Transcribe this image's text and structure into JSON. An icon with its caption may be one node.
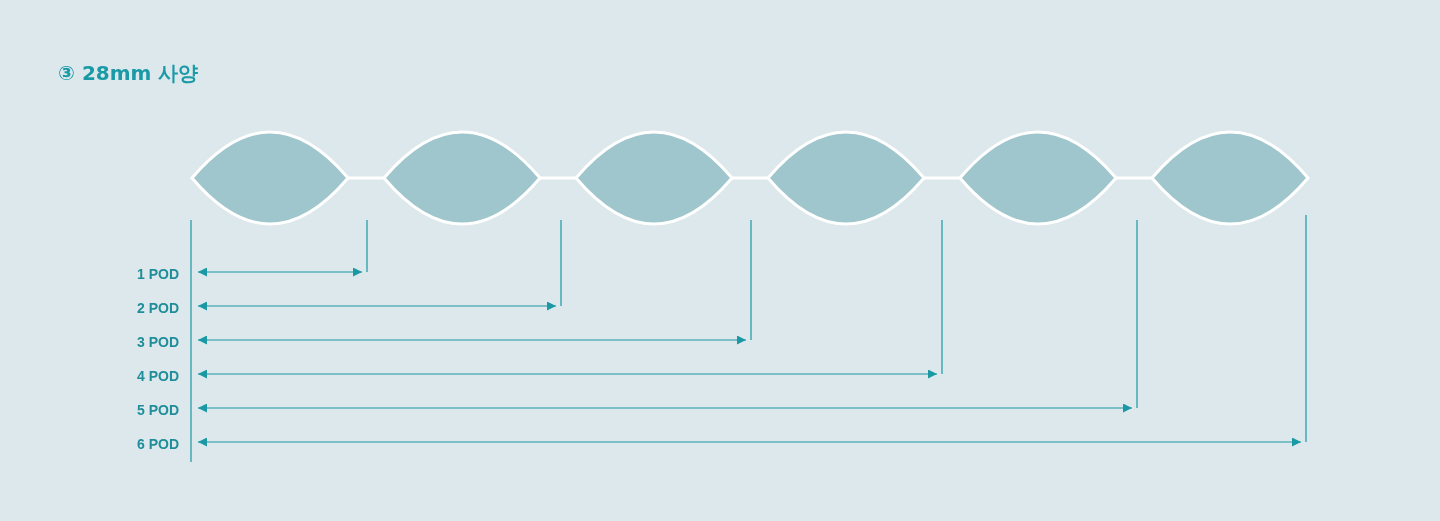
{
  "diagram": {
    "title": "③ 28mm 사양",
    "labels": [
      "1 POD",
      "2 POD",
      "3 POD",
      "4 POD",
      "5 POD",
      "6 POD"
    ]
  }
}
